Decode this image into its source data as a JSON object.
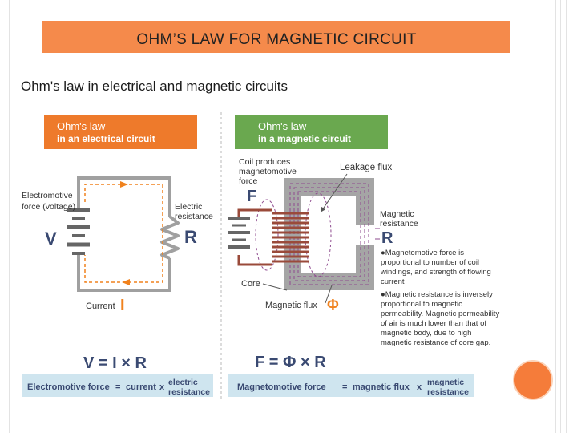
{
  "slide_title": "OHM’S LAW FOR MAGNETIC CIRCUIT",
  "figure_heading": "Ohm's law in electrical and magnetic circuits",
  "electrical": {
    "header_line1": "Ohm's law",
    "header_line2": "in an electrical circuit",
    "emf_label_line1": "Electromotive",
    "emf_label_line2": "force (voltage)",
    "resistance_label_line1": "Electric",
    "resistance_label_line2": "resistance",
    "symbol_v": "V",
    "symbol_r": "R",
    "current_label": "Current",
    "symbol_i": "I",
    "formula": "V = I × R",
    "caption_left": "Electromotive force",
    "caption_eq": "=",
    "caption_mid": "current",
    "caption_x": "x",
    "caption_right_line1": "electric",
    "caption_right_line2": "resistance"
  },
  "magnetic": {
    "header_line1": "Ohm's law",
    "header_line2": "in a magnetic circuit",
    "coil_label_line1": "Coil produces",
    "coil_label_line2": "magnetomotive",
    "coil_label_line3": "force",
    "symbol_f": "F",
    "leakage_label": "Leakage flux",
    "mag_res_line1": "Magnetic",
    "mag_res_line2": "resistance",
    "symbol_r": "R",
    "core_label": "Core",
    "flux_label": "Magnetic flux",
    "symbol_phi": "Φ",
    "note1_lines": [
      "●Magnetomotive force is",
      "proportional to number of coil",
      "windings, and strength of flowing",
      "current"
    ],
    "note2_lines": [
      "●Magnetic resistance is inversely",
      "proportional to magnetic",
      "permeability. Magnetic permeability",
      "of air is much lower than that of",
      "magnetic body, due to high",
      "magnetic resistance of core gap."
    ],
    "formula": "F = Φ × R",
    "caption_left": "Magnetomotive force",
    "caption_eq": "=",
    "caption_mid": "magnetic flux",
    "caption_x": "x",
    "caption_right_line1": "magnetic",
    "caption_right_line2": "resistance"
  },
  "colors": {
    "title_bar": "#f58a4b",
    "electrical_header": "#ee7a2b",
    "magnetic_header": "#6aa84f",
    "dark_blue": "#3a4a72",
    "accent_orange": "#f0821e",
    "caption_bg": "#cfe5ef",
    "core_gray": "#a5a5a5",
    "coil_brown": "#9a4a3a",
    "flux_purple": "#8e4a8e"
  }
}
